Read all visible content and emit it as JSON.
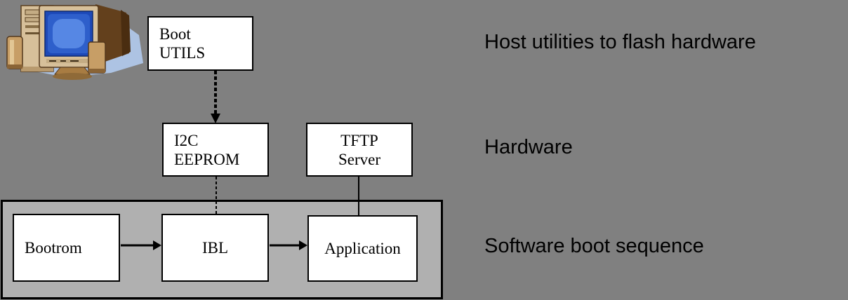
{
  "colors": {
    "page_background": "#808080",
    "container_fill": "#b0b0b0",
    "node_fill": "#ffffff",
    "node_border": "#000000",
    "text": "#000000",
    "clipart_shadow_blue": "#adc3e3",
    "clipart_beige": "#d7c09a",
    "clipart_screen_blue": "#2e5fcb"
  },
  "diagram": {
    "computer_icon": "desktop-computer",
    "nodes": {
      "boot_utils": {
        "line1": "Boot",
        "line2": "UTILS"
      },
      "i2c_eeprom": {
        "line1": "I2C",
        "line2": "EEPROM"
      },
      "tftp_server": {
        "line1": "TFTP",
        "line2": "Server"
      },
      "bootrom": {
        "label": "Bootrom"
      },
      "ibl": {
        "label": "IBL"
      },
      "application": {
        "label": "Application"
      }
    },
    "row_labels": [
      {
        "text": "Host utilities to flash hardware"
      },
      {
        "text": "Hardware"
      },
      {
        "text": "Software boot sequence"
      }
    ],
    "connections": [
      {
        "from": "Boot UTILS",
        "to": "I2C EEPROM",
        "style": "dashed",
        "arrow": true
      },
      {
        "from": "I2C EEPROM",
        "to": "IBL",
        "style": "dashed",
        "arrow": false
      },
      {
        "from": "TFTP Server",
        "to": "Application",
        "style": "solid",
        "arrow": false
      },
      {
        "from": "Bootrom",
        "to": "IBL",
        "style": "solid",
        "arrow": true
      },
      {
        "from": "IBL",
        "to": "Application",
        "style": "solid",
        "arrow": true
      }
    ]
  }
}
